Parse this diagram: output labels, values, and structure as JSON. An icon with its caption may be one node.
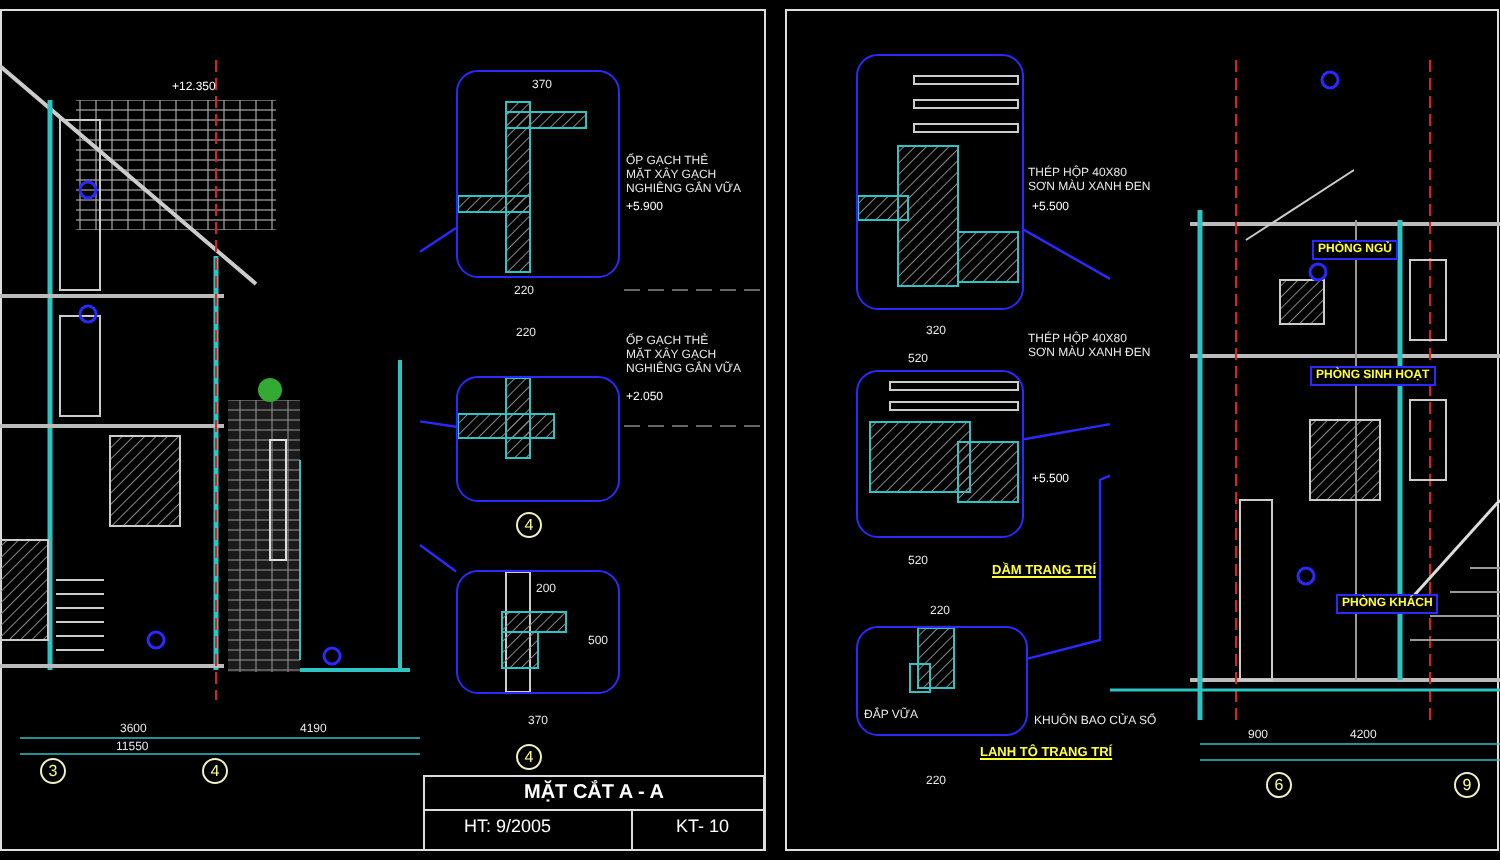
{
  "diagram": {
    "title": "MẶT CẮT A - A",
    "nodes": [
      {
        "text": [],
        "shape": "picture"
      },
      {
        "text": [],
        "shape": "box"
      },
      {
        "text": [],
        "shape": "box"
      },
      {
        "text": [],
        "shape": "box"
      },
      {
        "text": [],
        "shape": "picture"
      },
      {
        "text": [],
        "shape": "box"
      },
      {
        "text": [],
        "shape": "box"
      },
      {
        "text": [],
        "shape": "box"
      }
    ],
    "edges": [
      {
        "from": 0,
        "to": 1,
        "arrow": "none"
      },
      {
        "from": 0,
        "to": 2,
        "arrow": "none"
      },
      {
        "from": 0,
        "to": 3,
        "arrow": "none"
      },
      {
        "from": 5,
        "to": 4,
        "arrow": "none"
      },
      {
        "from": 6,
        "to": 4,
        "arrow": "none"
      },
      {
        "from": 7,
        "to": 4,
        "arrow": "none"
      }
    ],
    "labels": [
      "+12.350",
      "3600",
      "4190",
      "11550",
      "3",
      "4",
      "370",
      "ỐP GẠCH THẺ",
      "MẶT XÂY GẠCH NGHIÊNG GẮN VỮA",
      "+5.900",
      "220",
      "220",
      "ỐP GẠCH THẺ",
      "MẶT XÂY GẠCH NGHIÊNG GẮN VỮA",
      "+2.050",
      "4",
      "200",
      "500",
      "370",
      "4",
      "HT: 9/2005",
      "KT- 10",
      "THÉP HỘP 40X80",
      "SƠN MÀU XANH ĐEN",
      "+5.500",
      "320",
      "520",
      "THÉP HỘP 40X80",
      "SƠN MÀU XANH ĐEN",
      "+5.500",
      "520",
      "DẦM TRANG TRÍ",
      "220",
      "ĐẮP VỮA",
      "KHUÔN BAO CỬA SỔ",
      "LANH TÔ TRANG TRÍ",
      "220",
      "PHÒNG NGỦ",
      "PHÒNG SINH HOẠT",
      "PHÒNG KHÁCH",
      "900",
      "4200",
      "6",
      "9"
    ]
  }
}
